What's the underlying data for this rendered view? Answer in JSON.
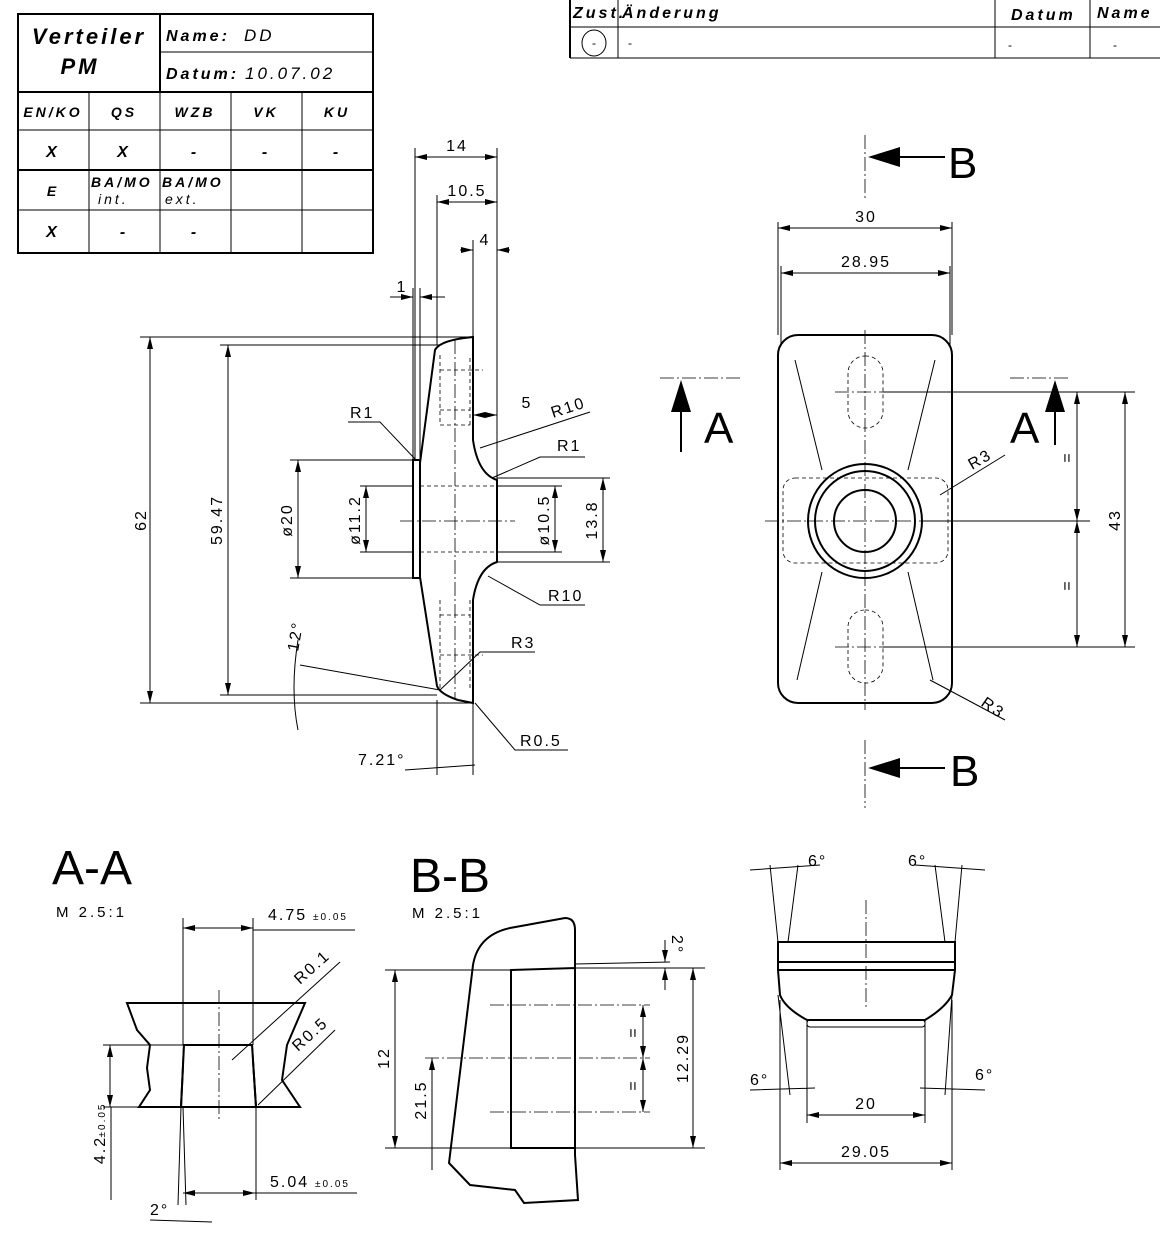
{
  "distribution_table": {
    "title_line1": "Verteiler",
    "title_line2": "PM",
    "name_label": "Name:",
    "name_value": "DD",
    "date_label": "Datum:",
    "date_value": "10.07.02",
    "row1_headers": [
      "EN/KO",
      "QS",
      "WZB",
      "VK",
      "KU"
    ],
    "row1_values": [
      "X",
      "X",
      "-",
      "-",
      "-"
    ],
    "row2_headers": [
      "E",
      "BA/MO",
      "BA/MO"
    ],
    "row2_subs": [
      "",
      "int.",
      "ext."
    ],
    "row2_values": [
      "X",
      "-",
      "-"
    ]
  },
  "revision_table": {
    "headers": [
      "Zust.",
      "Änderung",
      "Datum",
      "Name"
    ],
    "row": [
      "-",
      "-",
      "-",
      "-"
    ]
  },
  "side_view": {
    "d14": "14",
    "d10_5": "10.5",
    "d4": "4",
    "d1": "1",
    "d5": "5",
    "d62": "62",
    "d59_47": "59.47",
    "dia20": "ø20",
    "dia11_2": "ø11.2",
    "dia10_5": "ø10.5",
    "d13_8": "13.8",
    "r1_left": "R1",
    "r10_top": "R10",
    "r1_right": "R1",
    "r10_bottom": "R10",
    "r3": "R3",
    "r0_5": "R0.5",
    "angle12": "12°",
    "angle7_21": "7.21°"
  },
  "front_view": {
    "d30": "30",
    "d28_95": "28.95",
    "d43": "43",
    "eq": "=",
    "r3_top": "R3",
    "r3_bottom": "R3",
    "section_a": "A",
    "section_b": "B"
  },
  "section_aa": {
    "title": "A-A",
    "scale": "M 2.5:1",
    "d4_75": "4.75",
    "tol": "±0.05",
    "r0_1": "R0.1",
    "r0_5": "R0.5",
    "d4_2": "4.2",
    "d5_04": "5.04",
    "angle2": "2°"
  },
  "section_bb": {
    "title": "B-B",
    "scale": "M 2.5:1",
    "d12": "12",
    "d21_5": "21.5",
    "d12_29": "12.29",
    "eq": "=",
    "angle2": "2°"
  },
  "bottom_view": {
    "angle6": "6°",
    "d20": "20",
    "d29_05": "29.05"
  }
}
